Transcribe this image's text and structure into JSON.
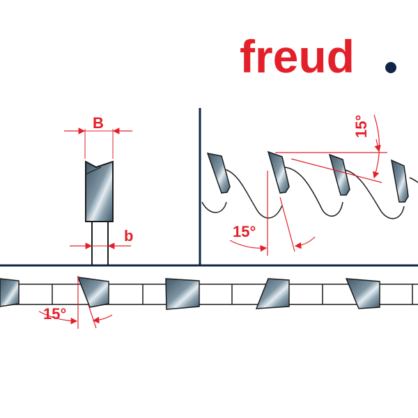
{
  "logo": {
    "text": "freud",
    "color": "#e3202a",
    "dot_color": "#0f2447"
  },
  "labels": {
    "tooth_width": "B",
    "body_thickness": "b",
    "hook_angle": "15°",
    "clearance_angle": "15°",
    "bevel_angle": "15°"
  },
  "colors": {
    "dimension": "#e3202a",
    "divider": "#0f2447",
    "outline": "#1a1a1a"
  }
}
